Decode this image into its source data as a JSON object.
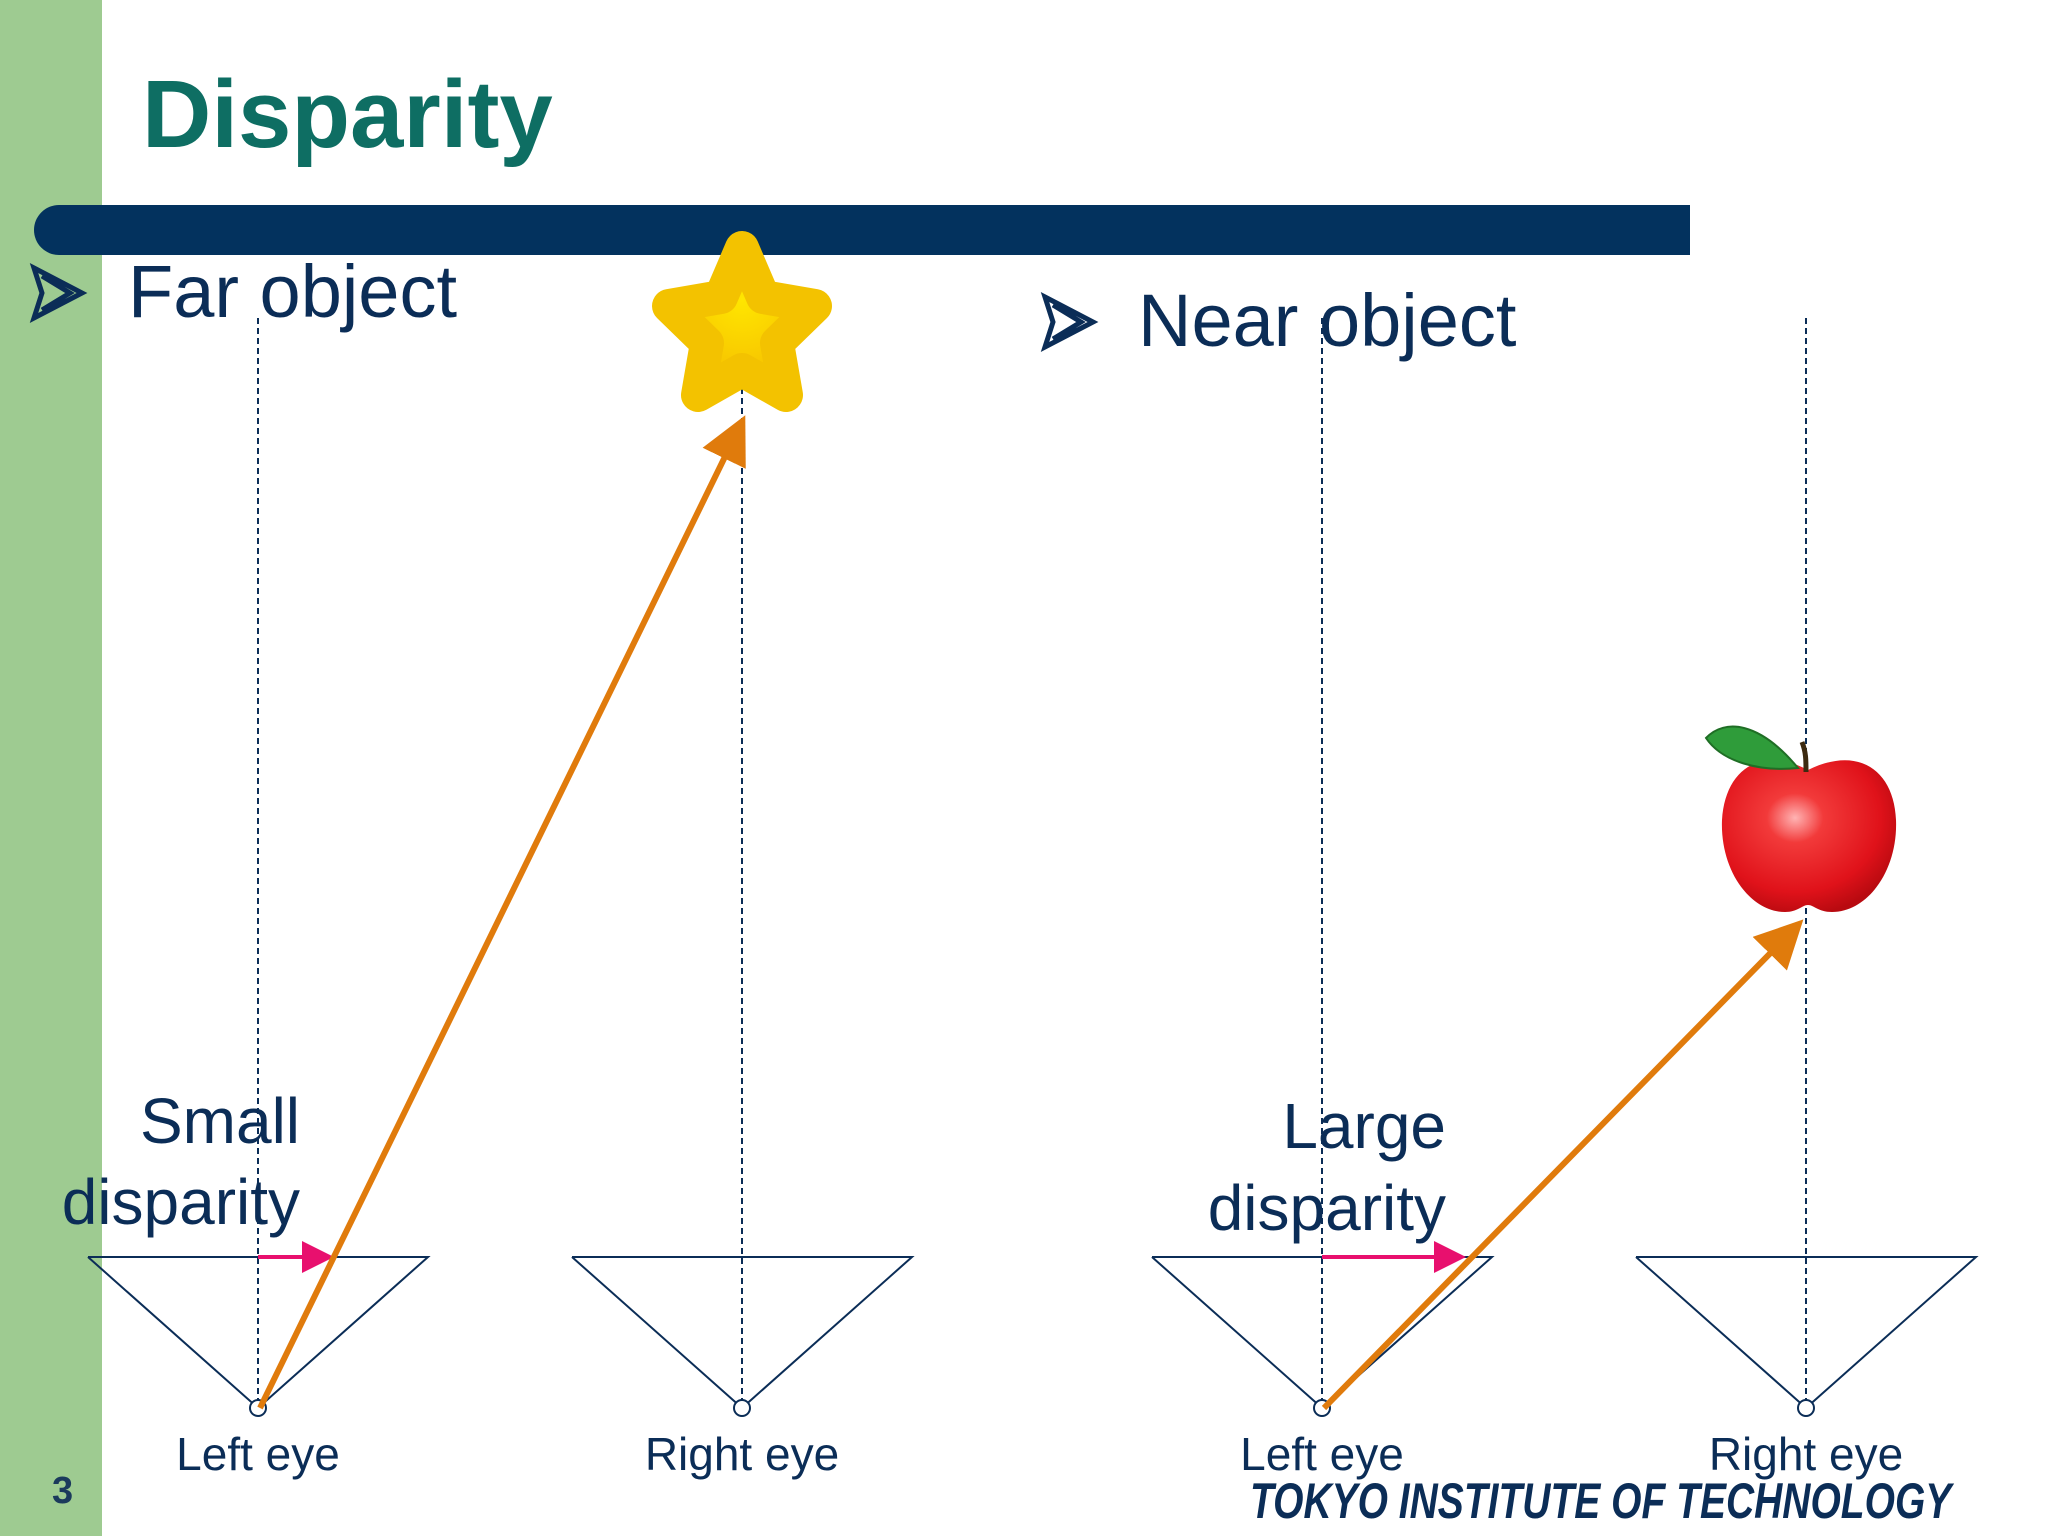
{
  "slide": {
    "title": "Disparity",
    "page_number": "3",
    "logo_text": "TOKYO INSTITUTE OF TECHNOLOGY"
  },
  "far_panel": {
    "heading": "Far object",
    "object_icon": "star-icon",
    "disparity_label_line1": "Small",
    "disparity_label_line2": "disparity",
    "left_eye_label": "Left eye",
    "right_eye_label": "Right eye"
  },
  "near_panel": {
    "heading": "Near object",
    "object_icon": "apple-icon",
    "disparity_label_line1": "Large",
    "disparity_label_line2": "disparity",
    "left_eye_label": "Left eye",
    "right_eye_label": "Right eye"
  },
  "colors": {
    "title": "#0e6e63",
    "title_bar": "#03325e",
    "sidebar": "#9ecb91",
    "text": "#0b2d57",
    "sight_line": "#e07b0c",
    "disparity_arrow": "#e8106e",
    "star": "#f5c400",
    "apple": "#e8131a"
  }
}
